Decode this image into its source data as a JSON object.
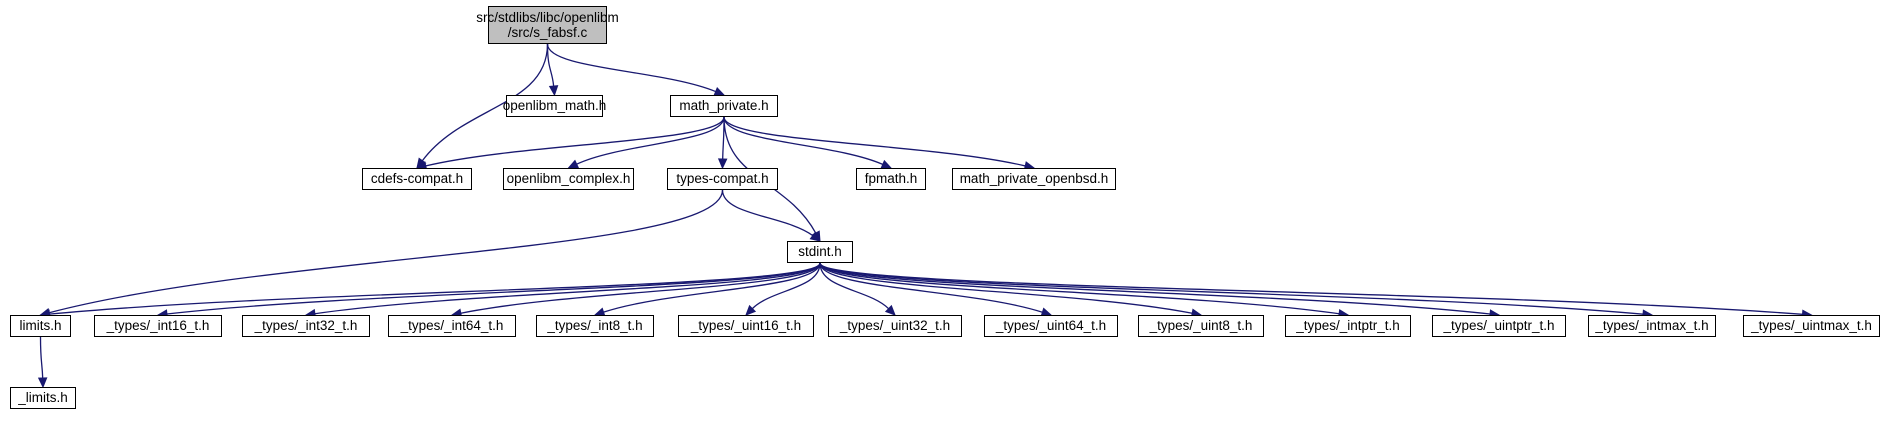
{
  "diagram": {
    "nodes": [
      {
        "id": "root",
        "lines": [
          "src/stdlibs/libc/openlibm",
          "/src/s_fabsf.c"
        ],
        "root": true
      },
      {
        "id": "openlibm_math",
        "lines": [
          "openlibm_math.h"
        ]
      },
      {
        "id": "math_private",
        "lines": [
          "math_private.h"
        ]
      },
      {
        "id": "cdefs_compat",
        "lines": [
          "cdefs-compat.h"
        ]
      },
      {
        "id": "openlibm_complex",
        "lines": [
          "openlibm_complex.h"
        ]
      },
      {
        "id": "types_compat",
        "lines": [
          "types-compat.h"
        ]
      },
      {
        "id": "fpmath",
        "lines": [
          "fpmath.h"
        ]
      },
      {
        "id": "math_private_openbsd",
        "lines": [
          "math_private_openbsd.h"
        ]
      },
      {
        "id": "stdint",
        "lines": [
          "stdint.h"
        ]
      },
      {
        "id": "limits",
        "lines": [
          "limits.h"
        ]
      },
      {
        "id": "int16",
        "lines": [
          "_types/_int16_t.h"
        ]
      },
      {
        "id": "int32",
        "lines": [
          "_types/_int32_t.h"
        ]
      },
      {
        "id": "int64",
        "lines": [
          "_types/_int64_t.h"
        ]
      },
      {
        "id": "int8",
        "lines": [
          "_types/_int8_t.h"
        ]
      },
      {
        "id": "uint16",
        "lines": [
          "_types/_uint16_t.h"
        ]
      },
      {
        "id": "uint32",
        "lines": [
          "_types/_uint32_t.h"
        ]
      },
      {
        "id": "uint64",
        "lines": [
          "_types/_uint64_t.h"
        ]
      },
      {
        "id": "uint8",
        "lines": [
          "_types/_uint8_t.h"
        ]
      },
      {
        "id": "intptr",
        "lines": [
          "_types/_intptr_t.h"
        ]
      },
      {
        "id": "uintptr",
        "lines": [
          "_types/_uintptr_t.h"
        ]
      },
      {
        "id": "intmax",
        "lines": [
          "_types/_intmax_t.h"
        ]
      },
      {
        "id": "uintmax",
        "lines": [
          "_types/_uintmax_t.h"
        ]
      },
      {
        "id": "_limits",
        "lines": [
          "_limits.h"
        ]
      }
    ],
    "edges": [
      [
        "root",
        "cdefs_compat"
      ],
      [
        "root",
        "openlibm_math"
      ],
      [
        "root",
        "math_private"
      ],
      [
        "math_private",
        "cdefs_compat"
      ],
      [
        "math_private",
        "openlibm_complex"
      ],
      [
        "math_private",
        "types_compat"
      ],
      [
        "math_private",
        "stdint"
      ],
      [
        "math_private",
        "fpmath"
      ],
      [
        "math_private",
        "math_private_openbsd"
      ],
      [
        "types_compat",
        "limits"
      ],
      [
        "types_compat",
        "stdint"
      ],
      [
        "stdint",
        "limits"
      ],
      [
        "stdint",
        "int16"
      ],
      [
        "stdint",
        "int32"
      ],
      [
        "stdint",
        "int64"
      ],
      [
        "stdint",
        "int8"
      ],
      [
        "stdint",
        "uint16"
      ],
      [
        "stdint",
        "uint32"
      ],
      [
        "stdint",
        "uint64"
      ],
      [
        "stdint",
        "uint8"
      ],
      [
        "stdint",
        "intptr"
      ],
      [
        "stdint",
        "uintptr"
      ],
      [
        "stdint",
        "intmax"
      ],
      [
        "stdint",
        "uintmax"
      ],
      [
        "limits",
        "_limits"
      ]
    ],
    "colors": {
      "edge": "#191970",
      "root_fill": "#bfbfbf",
      "node_fill": "#ffffff",
      "border": "#000000"
    }
  }
}
